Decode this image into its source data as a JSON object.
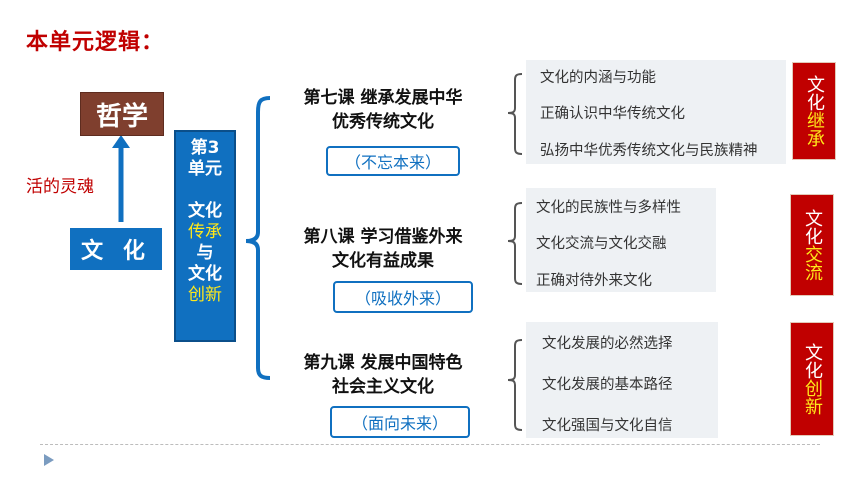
{
  "title": "本单元逻辑：",
  "philosophy": "哲学",
  "soul_label": "活的灵魂",
  "culture": "文 化",
  "unit": {
    "line1": "第3",
    "line2": "单元",
    "line3": "文化",
    "line4": "传承",
    "line5": "与",
    "line6": "文化",
    "line7": "创新"
  },
  "lessons": [
    {
      "title_line1": "第七课 继承发展中华",
      "title_line2": "优秀传统文化",
      "tag": "（不忘本来）",
      "topics": [
        "文化的内涵与功能",
        "正确认识中华传统文化",
        "弘扬中华优秀传统文化与民族精神"
      ],
      "badge_top": "文化",
      "badge_bottom": "继承"
    },
    {
      "title_line1": "第八课 学习借鉴外来",
      "title_line2": "文化有益成果",
      "tag": "（吸收外来）",
      "topics": [
        "文化的民族性与多样性",
        "文化交流与文化交融",
        "正确对待外来文化"
      ],
      "badge_top": "文化",
      "badge_bottom": "交流"
    },
    {
      "title_line1": "第九课 发展中国特色",
      "title_line2": "社会主义文化",
      "tag": "（面向未来）",
      "topics": [
        "文化发展的必然选择",
        "文化发展的基本路径",
        "文化强国与文化自信"
      ],
      "badge_top": "文化",
      "badge_bottom": "创新"
    }
  ],
  "colors": {
    "title_red": "#c00000",
    "blue": "#1070c0",
    "brown": "#7f3f2e",
    "yellow": "#ffe81a"
  }
}
